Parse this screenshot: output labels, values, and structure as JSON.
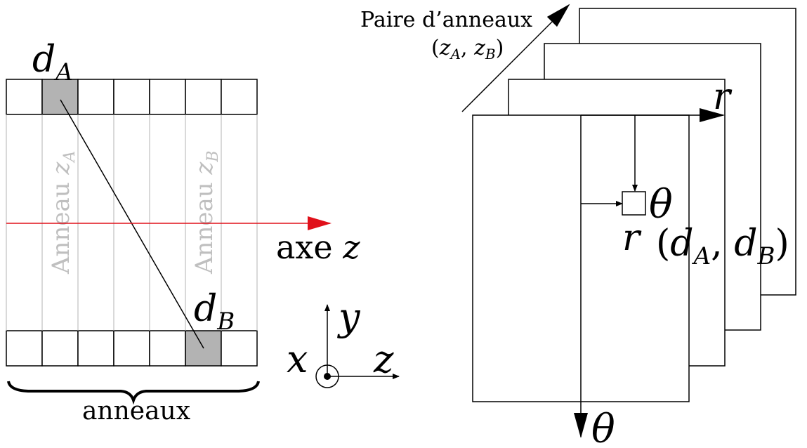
{
  "left_panel": {
    "detector_a": {
      "symbol": "d",
      "sub": "A"
    },
    "detector_b": {
      "symbol": "d",
      "sub": "B"
    },
    "ring_a_label": {
      "text": "Anneau ",
      "var": "z",
      "sub": "A"
    },
    "ring_b_label": {
      "text": "Anneau ",
      "var": "z",
      "sub": "B"
    },
    "z_axis_label": {
      "text": "axe ",
      "var": "z"
    },
    "rings_caption": "anneaux",
    "cells_per_row": 7,
    "highlight_top_index": 1,
    "highlight_bottom_index": 5
  },
  "axes_triad": {
    "x": "x",
    "y": "y",
    "z": "z"
  },
  "right_panel": {
    "ring_pair_title": "Paire d’anneaux",
    "ring_pair_coords": {
      "open": "(",
      "a": "z",
      "a_sub": "A",
      "sep": ", ",
      "b": "z",
      "b_sub": "B",
      "close": ")"
    },
    "r_axis_label": "r",
    "theta_axis_label": "θ",
    "cell_r_label": "r",
    "cell_theta_label": "θ",
    "cell_value": {
      "open": "(",
      "a": "d",
      "a_sub": "A",
      "sep": ", ",
      "b": "d",
      "b_sub": "B",
      "close": ")"
    }
  },
  "colors": {
    "stroke": "#000000",
    "highlight": "#b3b3b3",
    "ring_lines": "#b3b3b3",
    "ring_text": "#bfbfbf",
    "z_axis": "#e0101a"
  }
}
